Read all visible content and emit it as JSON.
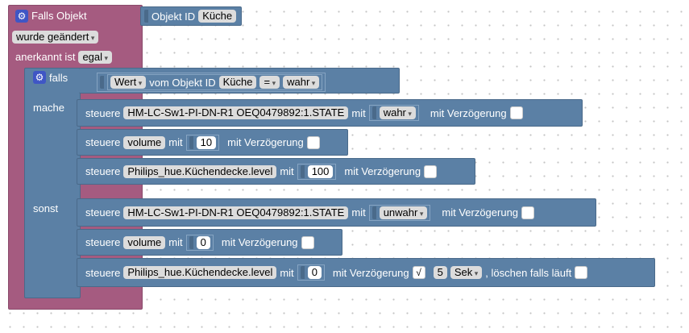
{
  "event_block": {
    "title": "Falls Objekt",
    "object_label": "Objekt ID",
    "object_value": "Küche",
    "changed_value": "wurde geändert",
    "ack_label": "anerkannt ist",
    "ack_value": "egal"
  },
  "if_block": {
    "falls_label": "falls",
    "condition": {
      "value_field": "Wert",
      "from_object_label": "vom Objekt ID",
      "object_value": "Küche",
      "operator": "=",
      "compare_value": "wahr"
    },
    "mache_label": "mache",
    "sonst_label": "sonst"
  },
  "mache_actions": [
    {
      "steuere": "steuere",
      "object": "HM-LC-Sw1-PI-DN-R1 OEQ0479892:1.STATE",
      "mit": "mit",
      "value": "wahr",
      "delay_label": "mit Verzögerung"
    },
    {
      "steuere": "steuere",
      "object": "volume",
      "mit": "mit",
      "value": "10",
      "delay_label": "mit Verzögerung"
    },
    {
      "steuere": "steuere",
      "object": "Philips_hue.Küchendecke.level",
      "mit": "mit",
      "value": "100",
      "delay_label": "mit Verzögerung"
    }
  ],
  "sonst_actions": [
    {
      "steuere": "steuere",
      "object": "HM-LC-Sw1-PI-DN-R1 OEQ0479892:1.STATE",
      "mit": "mit",
      "value": "unwahr",
      "delay_label": "mit Verzögerung"
    },
    {
      "steuere": "steuere",
      "object": "volume",
      "mit": "mit",
      "value": "0",
      "delay_label": "mit Verzögerung"
    },
    {
      "steuere": "steuere",
      "object": "Philips_hue.Küchendecke.level",
      "mit": "mit",
      "value": "0",
      "delay_label": "mit Verzögerung",
      "delay_checked_glyph": "√",
      "delay_amount": "5",
      "delay_unit": "Sek",
      "clear_label": ", löschen falls läuft"
    }
  ],
  "colors": {
    "event_block": "#a55b80",
    "logic_block": "#5b80a5",
    "gear_icon": "#3f56c5"
  }
}
